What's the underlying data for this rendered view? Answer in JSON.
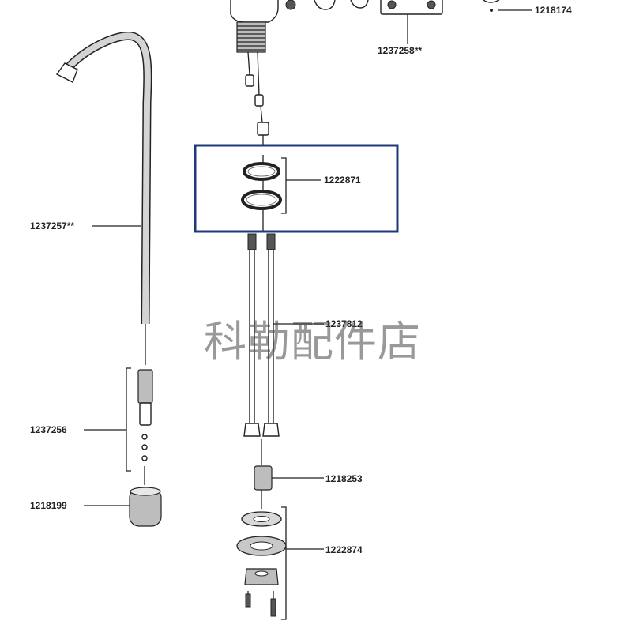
{
  "parts": {
    "p1218174": "1218174",
    "p1237258": "1237258**",
    "p1222871": "1222871",
    "p1237257": "1237257**",
    "p1237812": "1237812",
    "p1237256": "1237256",
    "p1218253": "1218253",
    "p1218199": "1218199",
    "p1222874": "1222874"
  },
  "highlight_color": "#1f3a7a",
  "watermark": "科勒配件店"
}
